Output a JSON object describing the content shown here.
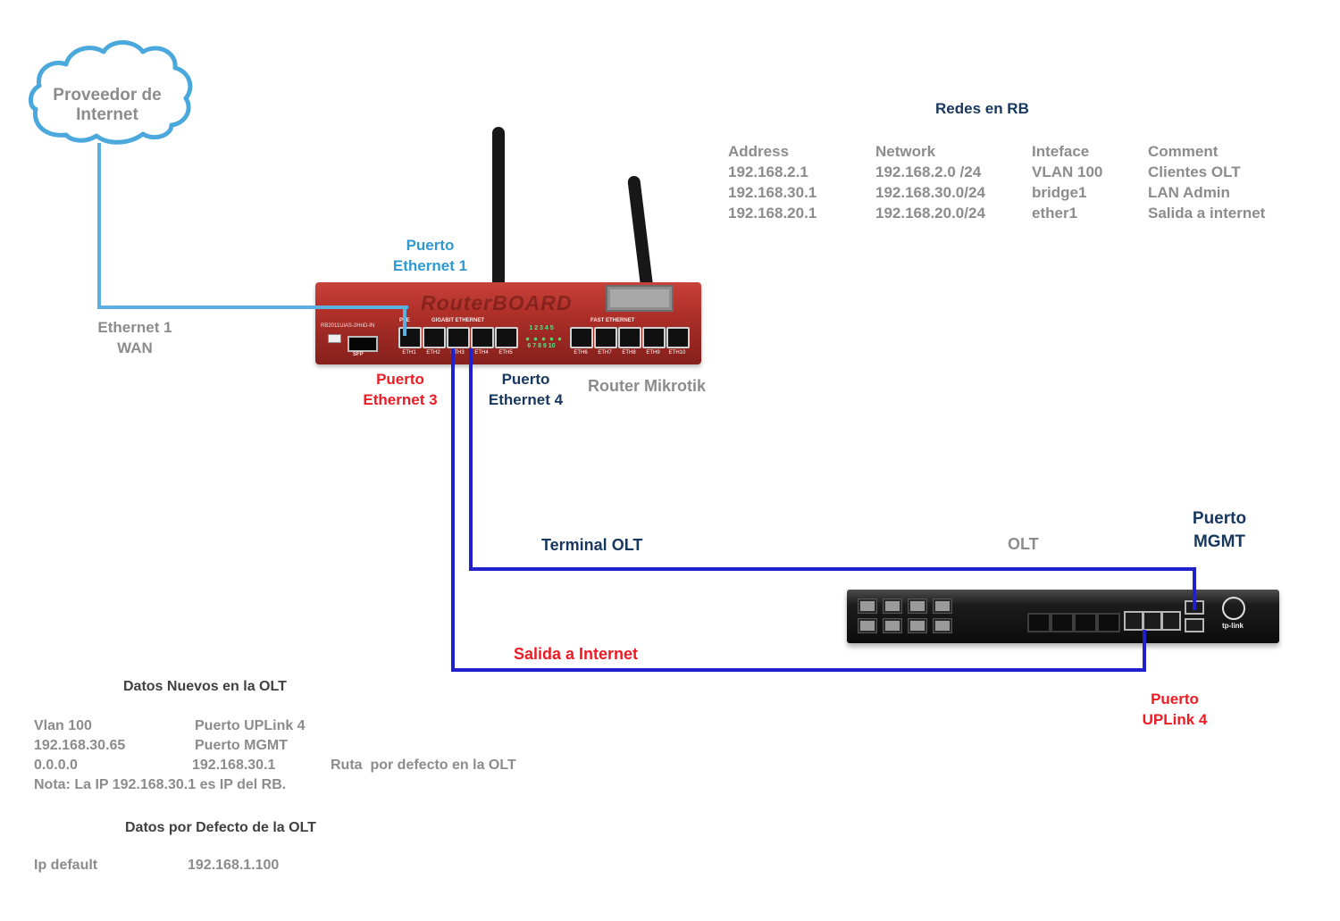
{
  "cloud": {
    "label": "Proveedor de\nInternet"
  },
  "labels": {
    "wan": "Ethernet 1\nWAN",
    "puerto_eth1": "Puerto\nEthernet 1",
    "puerto_eth3": "Puerto\nEthernet 3",
    "puerto_eth4": "Puerto\nEthernet 4",
    "terminal_olt": "Terminal OLT",
    "salida_internet": "Salida a Internet",
    "puerto_mgmt": "Puerto\nMGMT",
    "puerto_uplink": "Puerto\nUPLink 4",
    "router_caption": "Router Mikrotik",
    "olt_caption": "OLT"
  },
  "rb_table": {
    "title": "Redes en RB",
    "headers": [
      "Address",
      "Network",
      "Inteface",
      "Comment"
    ],
    "rows": [
      [
        "192.168.2.1",
        "192.168.2.0 /24",
        "VLAN 100",
        "Clientes OLT"
      ],
      [
        "192.168.30.1",
        "192.168.30.0/24",
        "bridge1",
        "LAN Admin"
      ],
      [
        "192.168.20.1",
        "192.168.20.0/24",
        "ether1",
        "Salida a internet"
      ]
    ]
  },
  "router": {
    "brand": "RouterBOARD",
    "model": "RB2011UiAS-2HnD-IN",
    "poe": "PoE",
    "sfp": "SFP",
    "gigabit": "GIGABIT ETHERNET",
    "fast": "FAST ETHERNET",
    "led_top": "1 2 3 4 5",
    "led_bottom": "6 7 8 9 10",
    "ports": [
      "ETH1",
      "ETH2",
      "ETH3",
      "ETH4",
      "ETH5",
      "ETH6",
      "ETH7",
      "ETH8",
      "ETH9",
      "ETH10"
    ]
  },
  "olt": {
    "brand": "tp-link"
  },
  "datos_nuevos": {
    "title": "Datos Nuevos en  la OLT",
    "rows": [
      [
        "Vlan 100",
        "Puerto UPLink 4",
        ""
      ],
      [
        "192.168.30.65",
        "Puerto MGMT",
        ""
      ],
      [
        "0.0.0.0",
        "192.168.30.1",
        "Ruta  por defecto en la OLT"
      ]
    ],
    "note": "Nota: La IP 192.168.30.1 es IP del RB."
  },
  "datos_default": {
    "title": "Datos por Defecto de la OLT",
    "rows": [
      [
        "Ip default",
        "192.168.1.100"
      ]
    ]
  }
}
